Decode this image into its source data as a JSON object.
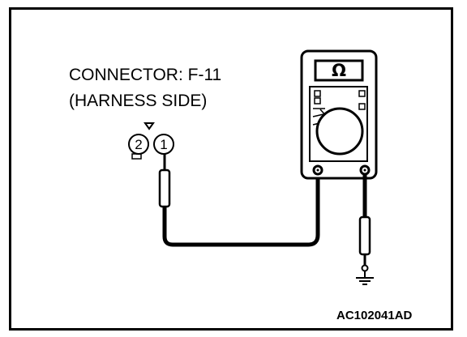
{
  "connector": {
    "title": "CONNECTOR: F-11",
    "side": "(HARNESS SIDE)",
    "pins": [
      "2",
      "1"
    ]
  },
  "meter": {
    "unit_symbol": "Ω"
  },
  "figure_code": "AC102041AD",
  "colors": {
    "ink": "#000000",
    "paper": "#ffffff"
  }
}
